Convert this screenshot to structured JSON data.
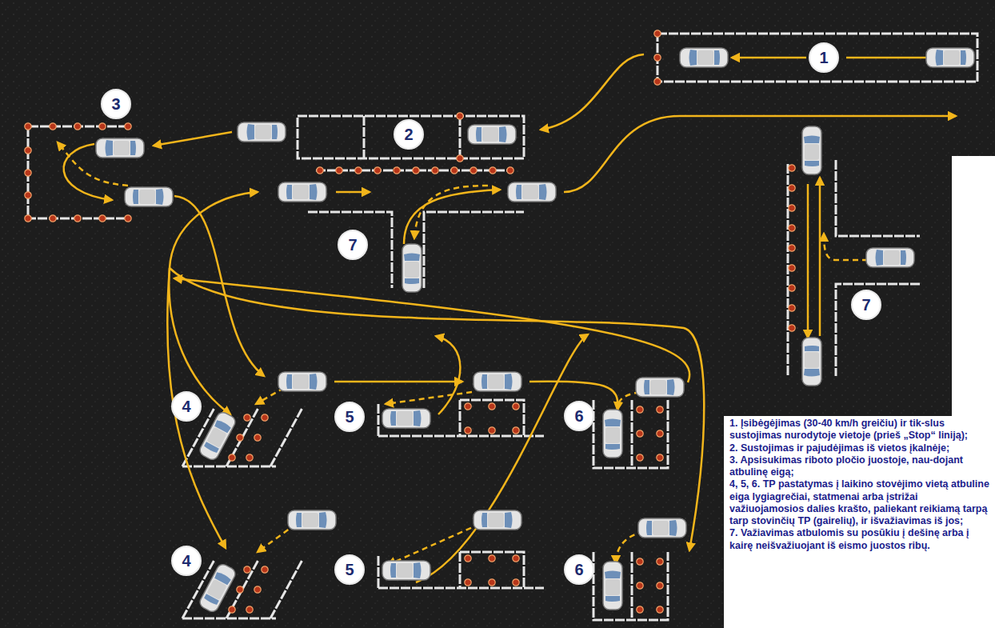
{
  "diagram": {
    "nodes": [
      {
        "text": [
          "1"
        ]
      },
      {
        "text": [
          "2"
        ]
      },
      {
        "text": [
          "3"
        ]
      },
      {
        "text": [
          "7"
        ]
      },
      {
        "text": [
          "7"
        ]
      },
      {
        "text": [
          "4"
        ]
      },
      {
        "text": [
          "5"
        ]
      },
      {
        "text": [
          "6"
        ]
      },
      {
        "text": [
          "4"
        ]
      },
      {
        "text": [
          "5"
        ]
      },
      {
        "text": [
          "6"
        ]
      }
    ],
    "labels": [
      "1. Įsibėgėjimas (30-40 km/h greičiu) ir tik-slus sustojimas nurodytoje vietoje (prieš „Stop“ liniją);",
      "2. Sustojimas ir pajudėjimas iš vietos įkalnėje;",
      "3. Apsisukimas riboto pločio juostoje, nau-dojant atbulinę eigą;",
      "4, 5, 6. TP pastatymas į laikino stovėjimo vietą atbuline eiga lygiagrečiai, statmenai arba įstrižai važiuojamosios dalies krašto, paliekant reikiamą tarpą tarp stovinčių TP (gairelių), ir išvažiavimas iš jos;",
      "7. Važiavimas atbulomis su posūkiu į dešinę arba į kairę neišvažiuojant iš eismo juostos ribų."
    ]
  }
}
